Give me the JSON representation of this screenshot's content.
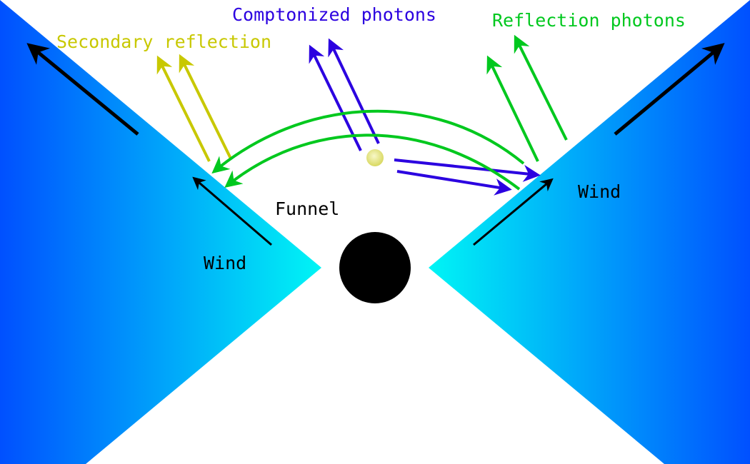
{
  "labels": {
    "comptonized": "Comptonized photons",
    "reflection": "Reflection photons",
    "secondary": "Secondary reflection",
    "funnel": "Funnel",
    "wind_left": "Wind",
    "wind_right": "Wind"
  },
  "colors": {
    "comptonized": "#2b00e0",
    "reflection": "#00c81e",
    "secondary": "#c8c800",
    "wind_arrow": "#000000",
    "cone_outer": "#0050ff",
    "cone_inner": "#00f0f0",
    "black_hole": "#000000",
    "corona": "#e6e678"
  }
}
